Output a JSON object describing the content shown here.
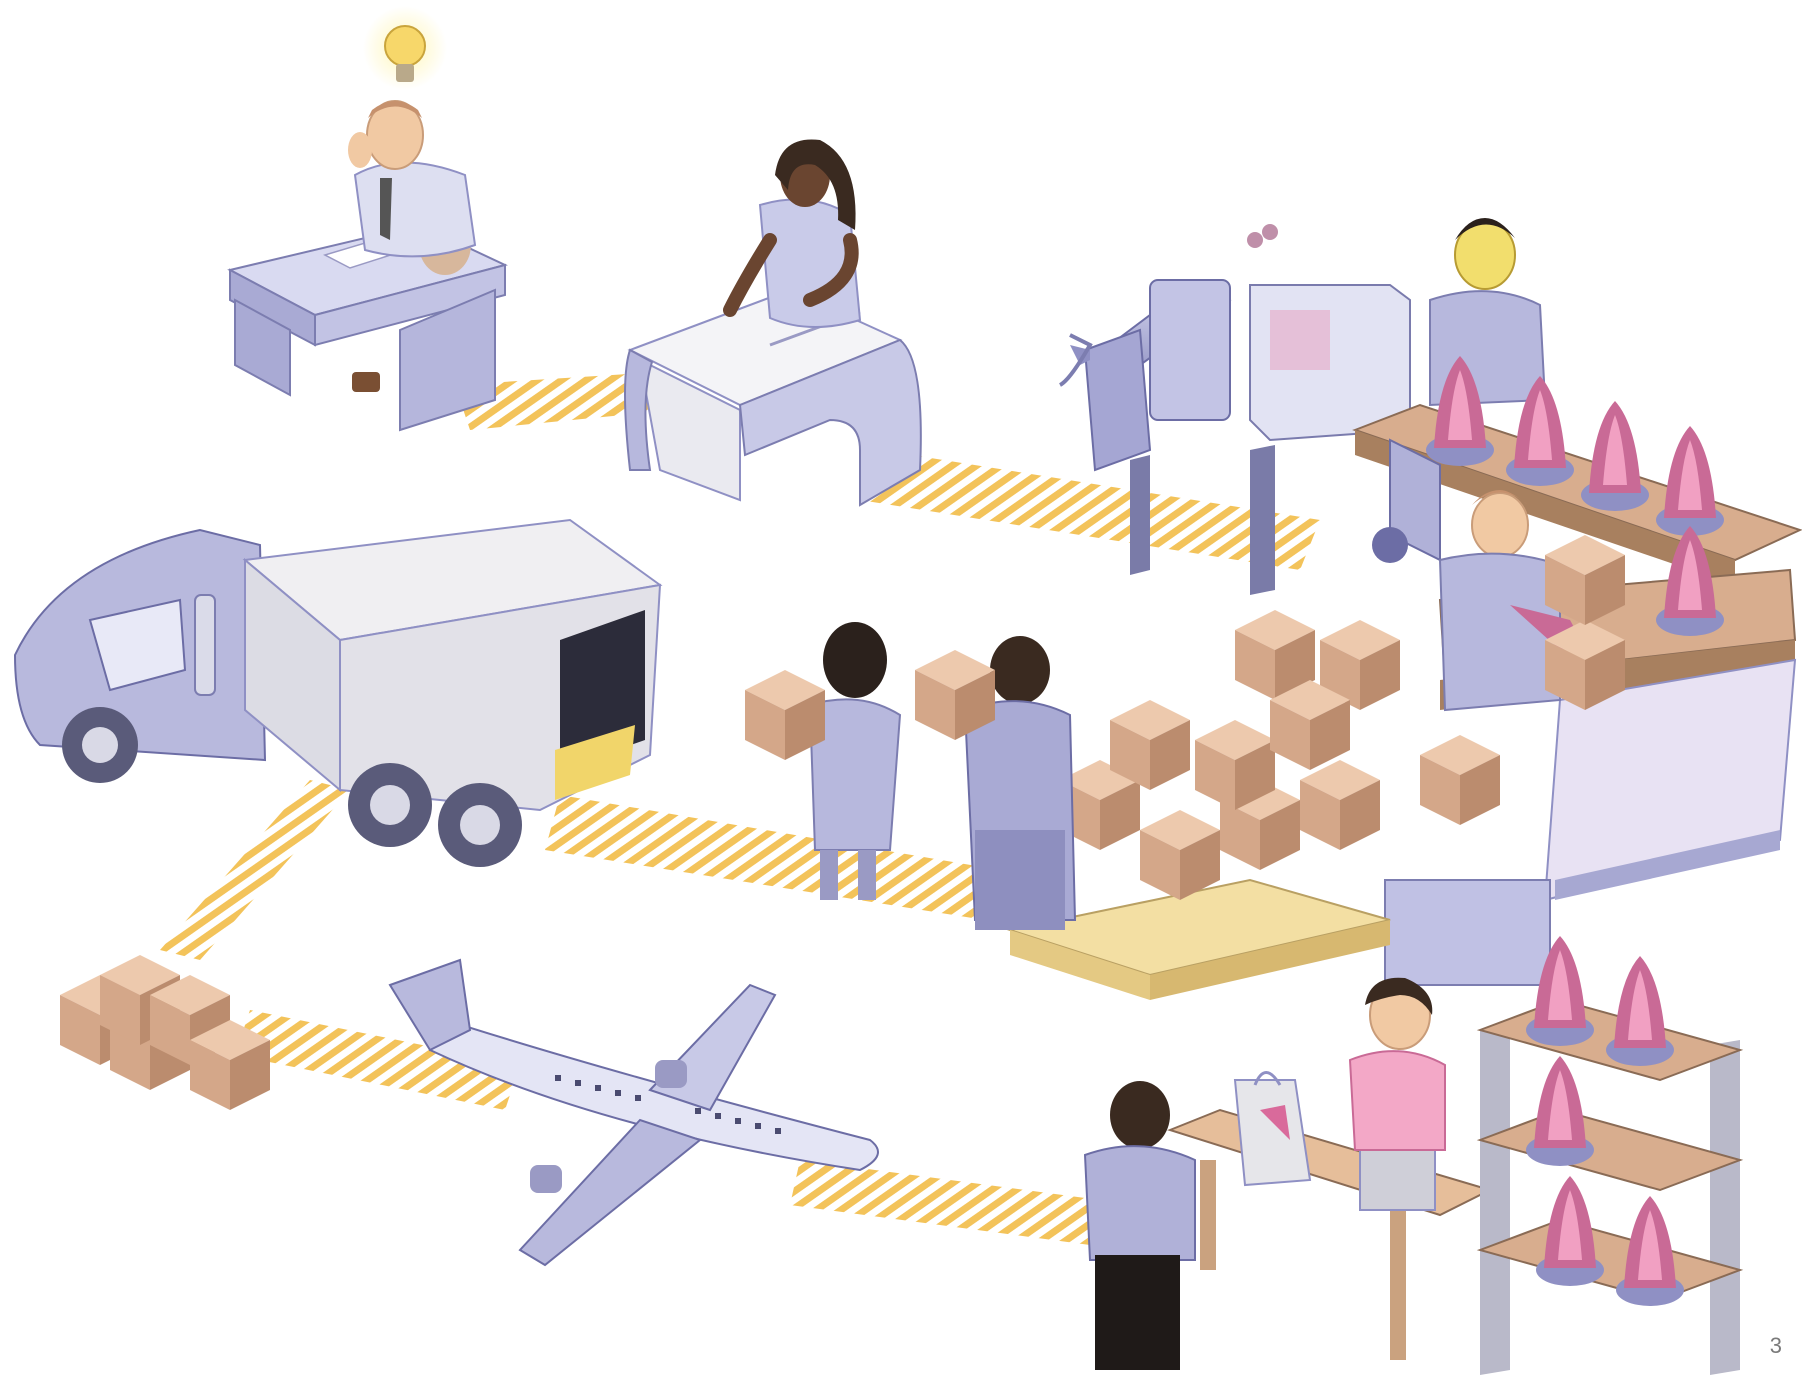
{
  "slide": {
    "page_number": "3"
  },
  "colors": {
    "background": "#ffffff",
    "path_stripe": "#f3c35a",
    "equipment": "#b8b9dd",
    "equipment_dark": "#8e8fbf",
    "box": "#d8ad8e",
    "box_dark": "#b98a6b",
    "pallet": "#f3dfa3",
    "product": "#d96a9b",
    "skin_light": "#f1c9a3",
    "skin_dark": "#6a4530",
    "hair_dark": "#2b211c",
    "shirt_light": "#dddff1",
    "dress_pink": "#f3a8c7",
    "bulb_glow": "#fff2a6"
  },
  "scene": {
    "stages": [
      {
        "id": "idea",
        "icon": "lightbulb-icon"
      },
      {
        "id": "design",
        "icon": "drafting-table-icon"
      },
      {
        "id": "manufacturing",
        "icon": "injection-molding-machine-icon"
      },
      {
        "id": "packaging",
        "icon": "conveyor-belt-icon"
      },
      {
        "id": "warehouse",
        "icon": "pallet-boxes-icon"
      },
      {
        "id": "trucking",
        "icon": "delivery-truck-icon"
      },
      {
        "id": "distribution",
        "icon": "box-pile-icon"
      },
      {
        "id": "air-freight",
        "icon": "airplane-icon"
      },
      {
        "id": "retail",
        "icon": "store-counter-icon"
      }
    ]
  }
}
